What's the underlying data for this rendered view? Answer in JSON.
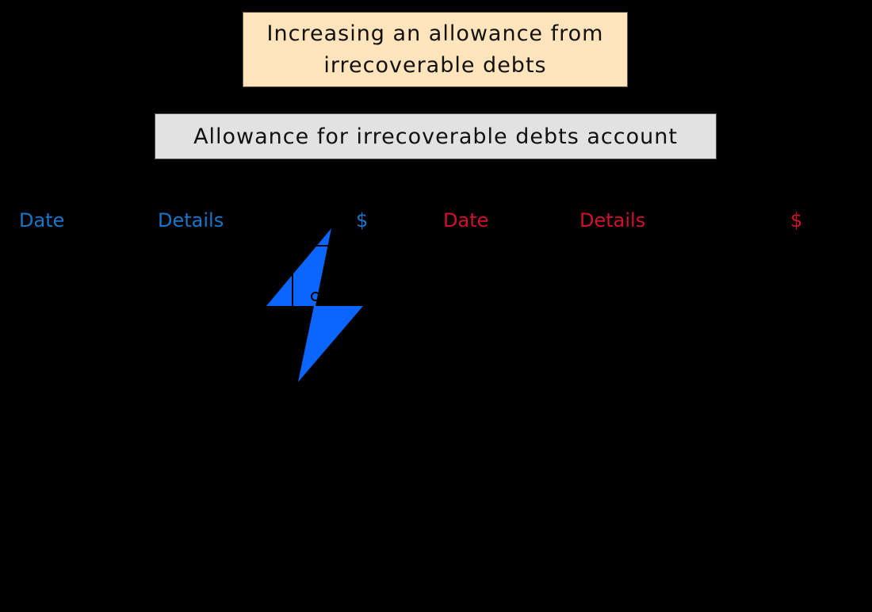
{
  "title": {
    "line1": "Increasing an allowance from",
    "line2": "irrecoverable debts"
  },
  "account": {
    "name": "Allowance for irrecoverable debts account"
  },
  "debit_side": {
    "color": "#1677C9",
    "headers": [
      "Date",
      "Details",
      "$"
    ]
  },
  "credit_side": {
    "color": "#D2102E",
    "headers": [
      "Date",
      "Details",
      "$"
    ]
  },
  "logo": {
    "icon": "lightning-bolt-icon",
    "color": "#0A66FF"
  }
}
